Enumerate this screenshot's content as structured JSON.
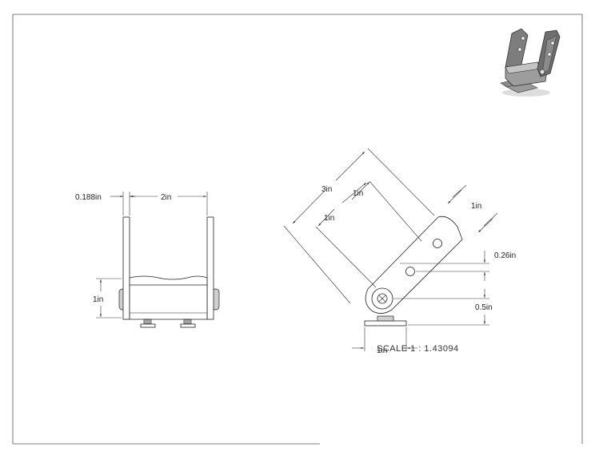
{
  "front_view": {
    "thickness_label": "0.188in",
    "width_label": "2in",
    "height_label": "1in"
  },
  "side_view": {
    "length_label": "3in",
    "hole_spacing_label_1": "1in",
    "hole_spacing_label_2": "1in",
    "width_label": "1in",
    "offset_label": "0.26in",
    "pivot_height_label": "0.5in",
    "base_width_label": "1in"
  },
  "sheet": {
    "scale_label": "SCALE 1 : 1.43094"
  },
  "colors": {
    "line": "#222222",
    "shade": "#cfcfcf",
    "border": "#555555"
  },
  "icons": {
    "iso_preview": "bracket-isometric-icon"
  }
}
